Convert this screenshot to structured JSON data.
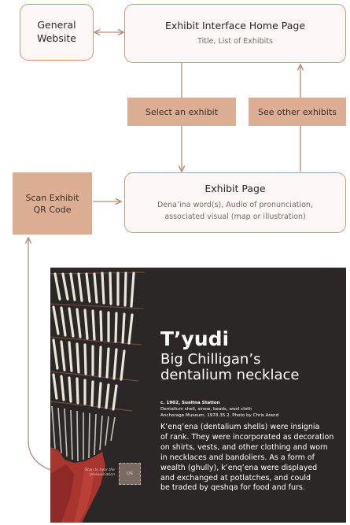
{
  "nodes": {
    "general_website": {
      "line1": "General",
      "line2": "Website"
    },
    "home_page": {
      "title": "Exhibit Interface Home Page",
      "subtitle": "Title, List of Exhibits"
    },
    "select_exhibit": {
      "label": "Select an exhibit"
    },
    "see_other": {
      "label": "See other exhibits"
    },
    "scan_qr": {
      "line1": "Scan Exhibit",
      "line2": "QR Code"
    },
    "exhibit_page": {
      "title": "Exhibit Page",
      "subtitle_line1": "Dena’ina word(s), Audio of pronunciation,",
      "subtitle_line2": "associated visual (map or illustration)"
    }
  },
  "exhibit_panel": {
    "title": "T’yudi",
    "subtitle_line1": "Big Chilligan’s",
    "subtitle_line2": "dentalium necklace",
    "meta_line1": "c. 1902, Susitna Station",
    "meta_line2": "Dentalium shell, sinew, beads, wool cloth",
    "meta_line3": "Anchorage Museum, 1978.35.2. Photo by Chris Arend",
    "body_lines": [
      "K’enq’ena (dentalium shells) were insignia",
      "of rank. They were incorporated as decoration",
      "on shirts, vests, and other clothing and worn",
      "in necklaces and bandoliers. As a form of",
      "wealth (ghully), k’enq’ena were displayed",
      "and exchanged at potlatches, and could",
      "be traded by qeshqa for food and furs."
    ],
    "qr_label": "QR",
    "qr_caption_line1": "Scan to hear the",
    "qr_caption_line2": "pronunciation"
  },
  "colors": {
    "box_border": "#c99a82",
    "box_fill": "#fdf8f5",
    "tag_fill": "#dcae93",
    "arrow": "#b78c78",
    "panel_bg": "#2b2727",
    "cloth": "#a8352e"
  }
}
